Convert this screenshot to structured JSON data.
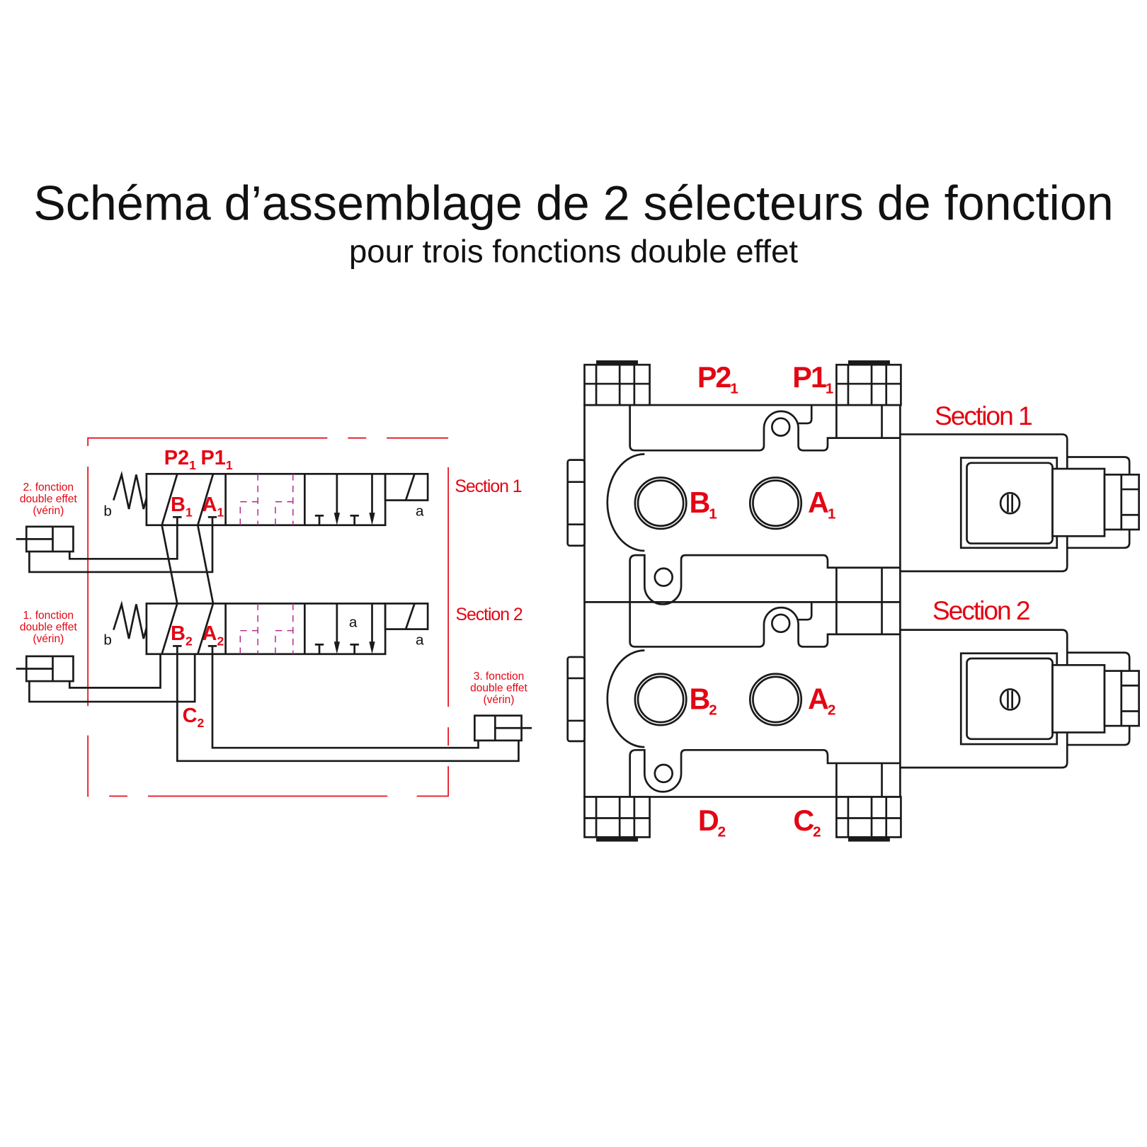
{
  "title": "Schéma d’assemblage de 2 sélecteurs de fonction",
  "subtitle": "pour trois fonctions double effet",
  "colors": {
    "accent": "#e30613",
    "line": "#1a1a1a",
    "pilot": "#b0238f"
  },
  "schematic": {
    "p2": "P2",
    "p1": "P1",
    "sub1": "1",
    "sub2": "2",
    "b": "B",
    "a": "A",
    "c": "C",
    "spring_label": "b",
    "solenoid_label": "a",
    "pos_label": "a",
    "section1": "Section 1",
    "section2": "Section 2",
    "func2": [
      "2. fonction",
      "double effet",
      "(vérin)"
    ],
    "func1": [
      "1. fonction",
      "double effet",
      "(vérin)"
    ],
    "func3": [
      "3. fonction",
      "double effet",
      "(vérin)"
    ]
  },
  "block": {
    "p2": "P2",
    "p1": "P1",
    "d": "D",
    "c": "C",
    "b": "B",
    "a": "A",
    "sub1": "1",
    "sub2": "2",
    "section1": "Section 1",
    "section2": "Section 2"
  }
}
